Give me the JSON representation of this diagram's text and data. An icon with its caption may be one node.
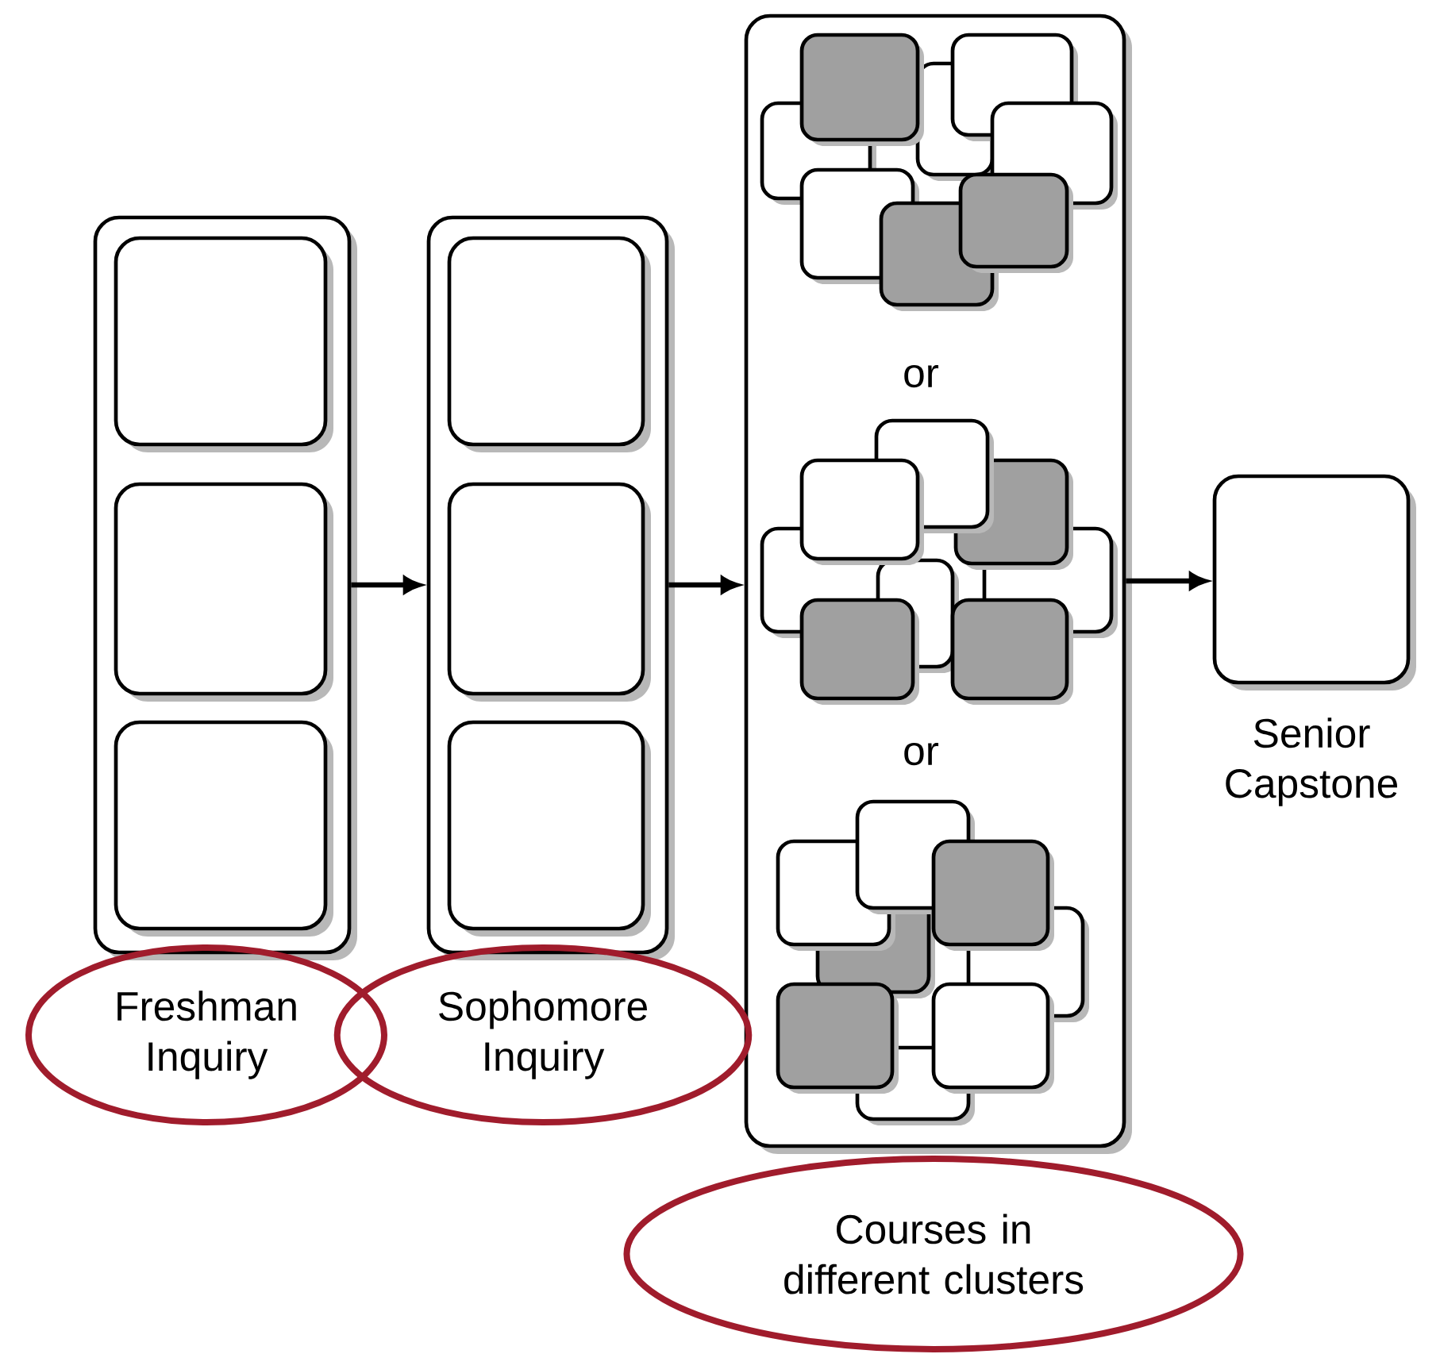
{
  "diagram": {
    "nodes": [
      {
        "text": [],
        "shape": "box"
      },
      {
        "text": [],
        "shape": "box",
        "in": 0
      },
      {
        "text": [],
        "shape": "box",
        "in": 0
      },
      {
        "text": [],
        "shape": "box",
        "in": 0
      },
      {
        "text": [],
        "shape": "box"
      },
      {
        "text": [],
        "shape": "box",
        "in": 4
      },
      {
        "text": [],
        "shape": "box",
        "in": 4
      },
      {
        "text": [],
        "shape": "box",
        "in": 4
      },
      {
        "text": [],
        "shape": "box"
      },
      {
        "text": [
          "Senior Capstone"
        ]
      },
      {
        "text": [
          "Freshman Inquiry"
        ]
      },
      {
        "text": [
          "Sophomore Inquiry"
        ]
      },
      {
        "text": [
          "Courses in different clusters"
        ]
      }
    ],
    "edges": [
      {
        "from": 0,
        "to": 4,
        "arrow": "to"
      },
      {
        "from": 4,
        "to": 8,
        "arrow": "to"
      },
      {
        "from": 8,
        "to": 9,
        "arrow": "to"
      }
    ],
    "labels": [
      "or",
      "or"
    ]
  }
}
